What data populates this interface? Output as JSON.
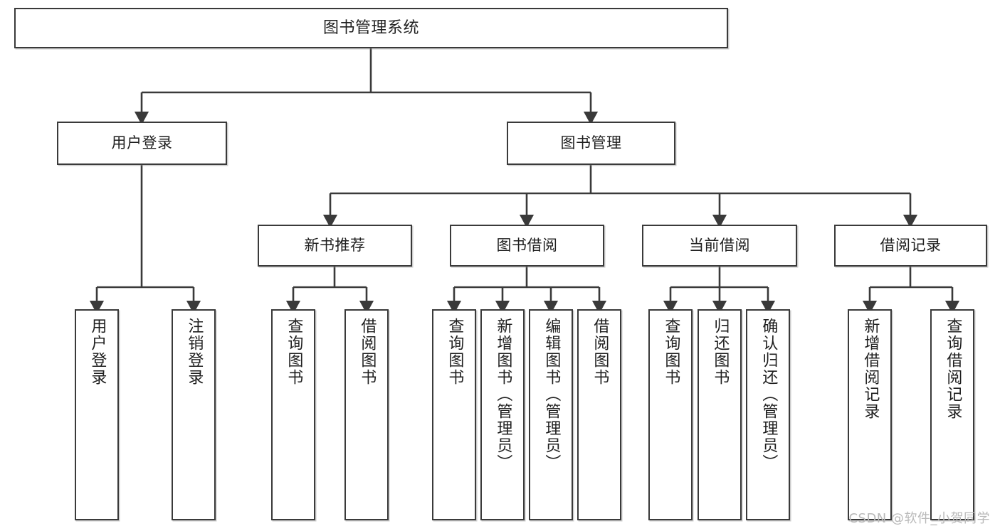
{
  "diagram": {
    "type": "tree-hierarchy-chart",
    "title": "图书管理系统",
    "stroke_color": "#3a3a3a",
    "fill_color": "#ffffff",
    "text_color": "#1f1f1f",
    "levels": 4
  },
  "root": {
    "label": "图书管理系统"
  },
  "level2": [
    {
      "label": "用户登录"
    },
    {
      "label": "图书管理"
    }
  ],
  "level3": [
    {
      "label": "新书推荐"
    },
    {
      "label": "图书借阅"
    },
    {
      "label": "当前借阅"
    },
    {
      "label": "借阅记录"
    }
  ],
  "leaves": {
    "user_login": [
      {
        "label": "用户登录"
      },
      {
        "label": "注销登录"
      }
    ],
    "new_book_recommend": [
      {
        "label": "查询图书"
      },
      {
        "label": "借阅图书"
      }
    ],
    "book_borrow": [
      {
        "label": "查询图书"
      },
      {
        "label": "新增图书（管理员）"
      },
      {
        "label": "编辑图书（管理员）"
      },
      {
        "label": "借阅图书"
      }
    ],
    "current_borrow": [
      {
        "label": "查询图书"
      },
      {
        "label": "归还图书"
      },
      {
        "label": "确认归还（管理员）"
      }
    ],
    "borrow_record": [
      {
        "label": "新增借阅记录"
      },
      {
        "label": "查询借阅记录"
      }
    ]
  },
  "watermark": {
    "text": "CSDN @软件_小贺同学"
  }
}
